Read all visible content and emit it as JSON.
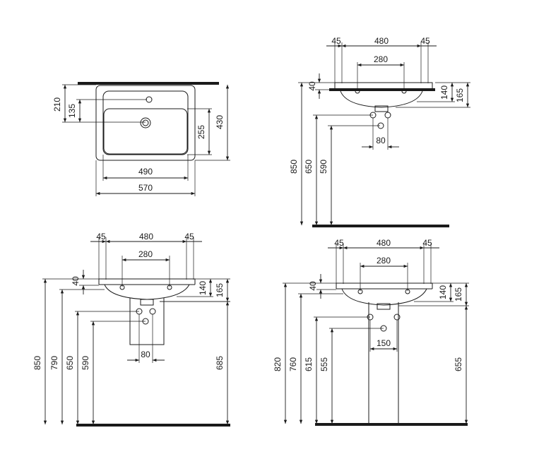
{
  "plan_view": {
    "dims": {
      "d210": "210",
      "d135": "135",
      "d255": "255",
      "d430": "430",
      "d490": "490",
      "d570": "570"
    }
  },
  "side_view_wall": {
    "dims": {
      "d45a": "45",
      "d480": "480",
      "d45b": "45",
      "d280": "280",
      "d40": "40",
      "d140": "140",
      "d165": "165",
      "d850": "850",
      "d650": "650",
      "d590": "590",
      "d80": "80"
    }
  },
  "side_view_half_pedestal": {
    "dims": {
      "d45a": "45",
      "d480": "480",
      "d45b": "45",
      "d280": "280",
      "d40": "40",
      "d140": "140",
      "d165": "165",
      "d850": "850",
      "d790": "790",
      "d650": "650",
      "d590": "590",
      "d685": "685",
      "d80": "80"
    }
  },
  "side_view_full_pedestal": {
    "dims": {
      "d45a": "45",
      "d480": "480",
      "d45b": "45",
      "d280": "280",
      "d40": "40",
      "d140": "140",
      "d165": "165",
      "d820": "820",
      "d760": "760",
      "d615": "615",
      "d555": "555",
      "d655": "655",
      "d150": "150"
    }
  }
}
